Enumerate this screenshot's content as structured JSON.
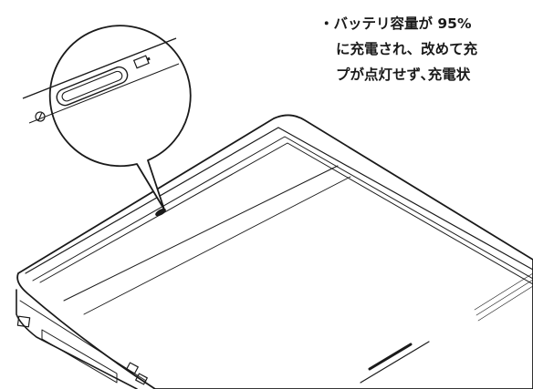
{
  "manual_note": {
    "lines": [
      "・バッテリ容量が 95%",
      "に充電され、改めて充",
      "プが点灯せず､充電状"
    ]
  },
  "illustration": {
    "subject": "closed-notebook-pc",
    "callout": "battery-charge-lamp",
    "icons": [
      "power-icon",
      "battery-icon"
    ]
  }
}
